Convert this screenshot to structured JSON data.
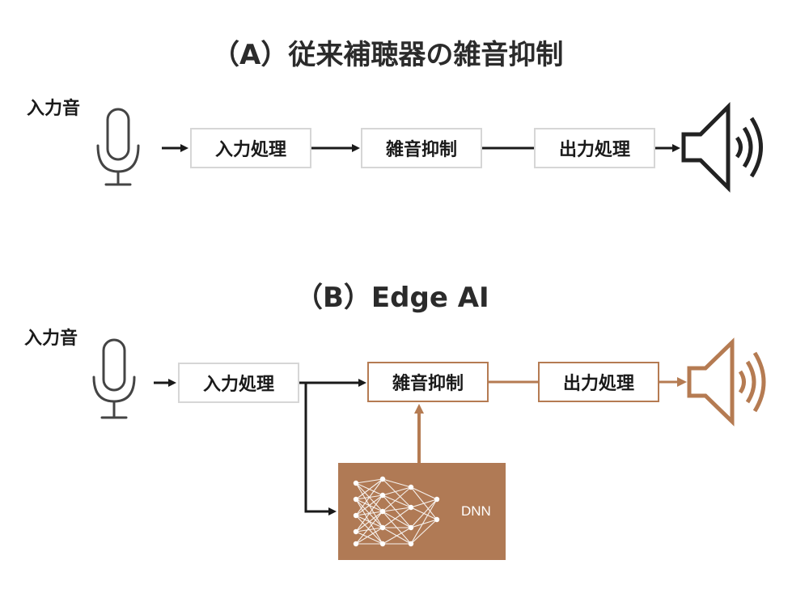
{
  "colors": {
    "accent": "#b07a55",
    "accent_line": "#b57b52",
    "dark": "#1a1a1a",
    "box_border": "#d6d6d6"
  },
  "section_a": {
    "title": "（A）従来補聴器の雑音抑制",
    "input_label": "入力音",
    "input_icon": "microphone-icon",
    "output_icon": "speaker-icon",
    "boxes": [
      "入力処理",
      "雑音抑制",
      "出力処理"
    ]
  },
  "section_b": {
    "title": "（B）Edge AI",
    "input_label": "入力音",
    "input_icon": "microphone-icon",
    "output_icon": "speaker-icon",
    "boxes": [
      "入力処理",
      "雑音抑制",
      "出力処理"
    ],
    "dnn_label": "DNN",
    "dnn_icon": "neural-network-icon"
  }
}
